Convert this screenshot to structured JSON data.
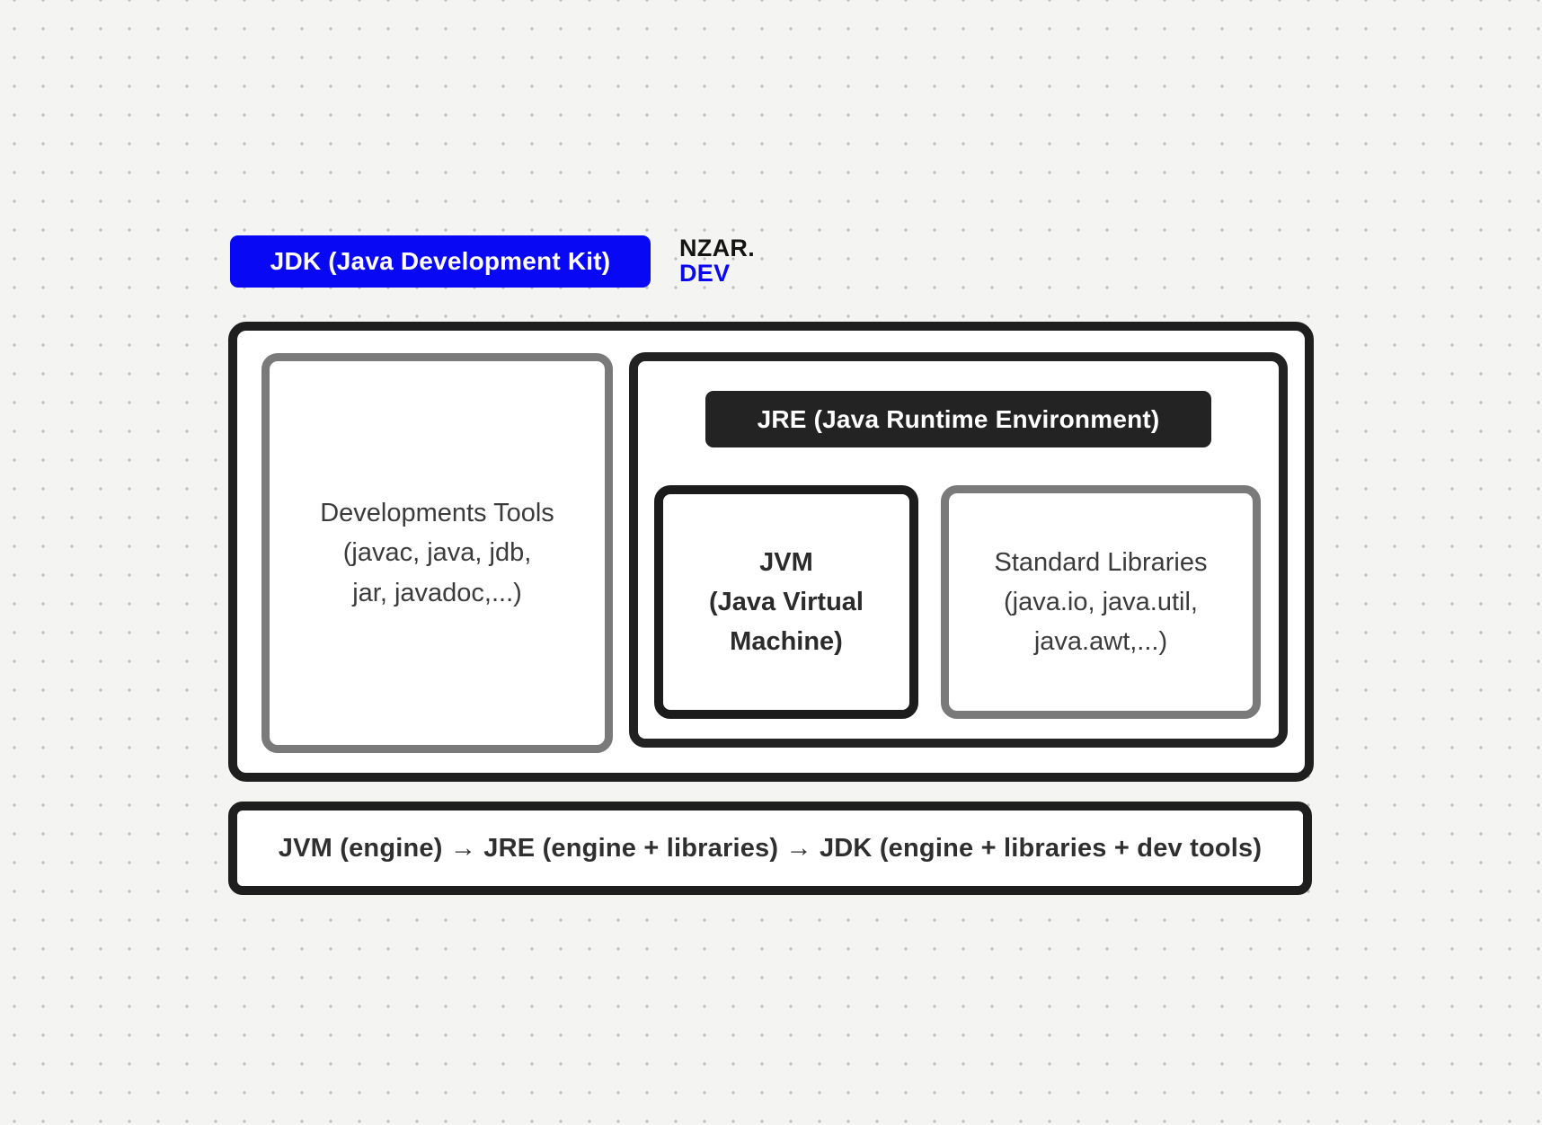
{
  "colors": {
    "background": "#f4f4f3",
    "dot_grid": "#bdbdbd",
    "accent_blue": "#0808f5",
    "dark_border": "#1e1e1e",
    "gray_border": "#7a7a7a",
    "dark_badge": "#232323",
    "text": "#3b3b3b",
    "white": "#ffffff"
  },
  "header": {
    "jdk_label": "JDK (Java Development Kit)"
  },
  "logo": {
    "line1": "NZAR.",
    "line2": "DEV"
  },
  "diagram": {
    "dev_tools": {
      "lines": [
        "Developments Tools",
        "(javac, java, jdb,",
        "jar, javadoc,...)"
      ]
    },
    "jre": {
      "label": "JRE (Java Runtime Environment)",
      "jvm": {
        "lines": [
          "JVM",
          "(Java Virtual",
          "Machine)"
        ]
      },
      "libraries": {
        "lines": [
          "Standard Libraries",
          "(java.io, java.util,",
          "java.awt,...)"
        ]
      }
    }
  },
  "footer": {
    "summary": "JVM (engine) → JRE (engine + libraries) → JDK (engine + libraries + dev tools)"
  }
}
